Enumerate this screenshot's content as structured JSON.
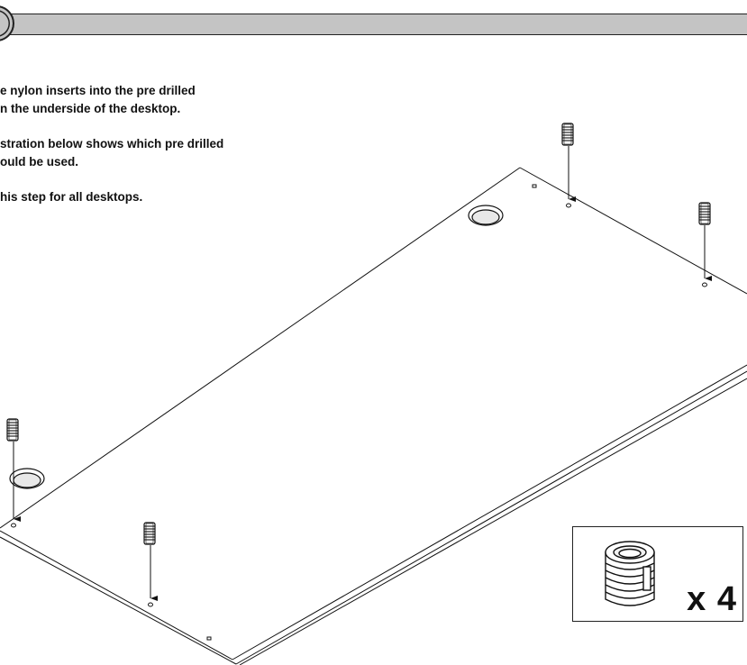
{
  "instructions": {
    "line1": "e nylon inserts into the pre drilled\nn the underside of the desktop.",
    "line2": "stration below shows which pre drilled\nould be used.",
    "line3": "his step for all desktops."
  },
  "parts_box": {
    "quantity_label": "x 4",
    "icon": "nylon-insert-icon"
  },
  "inserts": [
    "nylon-insert-icon",
    "nylon-insert-icon",
    "nylon-insert-icon",
    "nylon-insert-icon"
  ]
}
